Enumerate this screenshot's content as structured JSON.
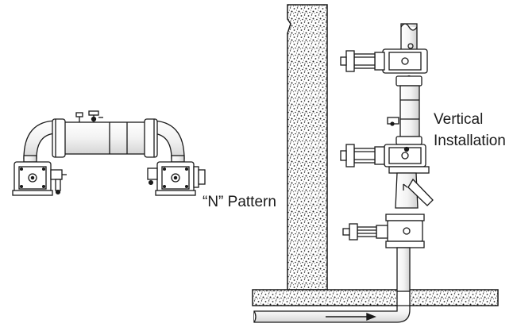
{
  "labels": {
    "n_pattern": "“N” Pattern",
    "vertical_line1": "Vertical",
    "vertical_line2": "Installation"
  },
  "colors": {
    "ink": "#1a1a1a",
    "paper": "#ffffff",
    "concrete_speckle": "#222222",
    "pipe_shade": "#cccccc"
  },
  "icons": {
    "flow_arrow": "right-arrow-icon"
  }
}
